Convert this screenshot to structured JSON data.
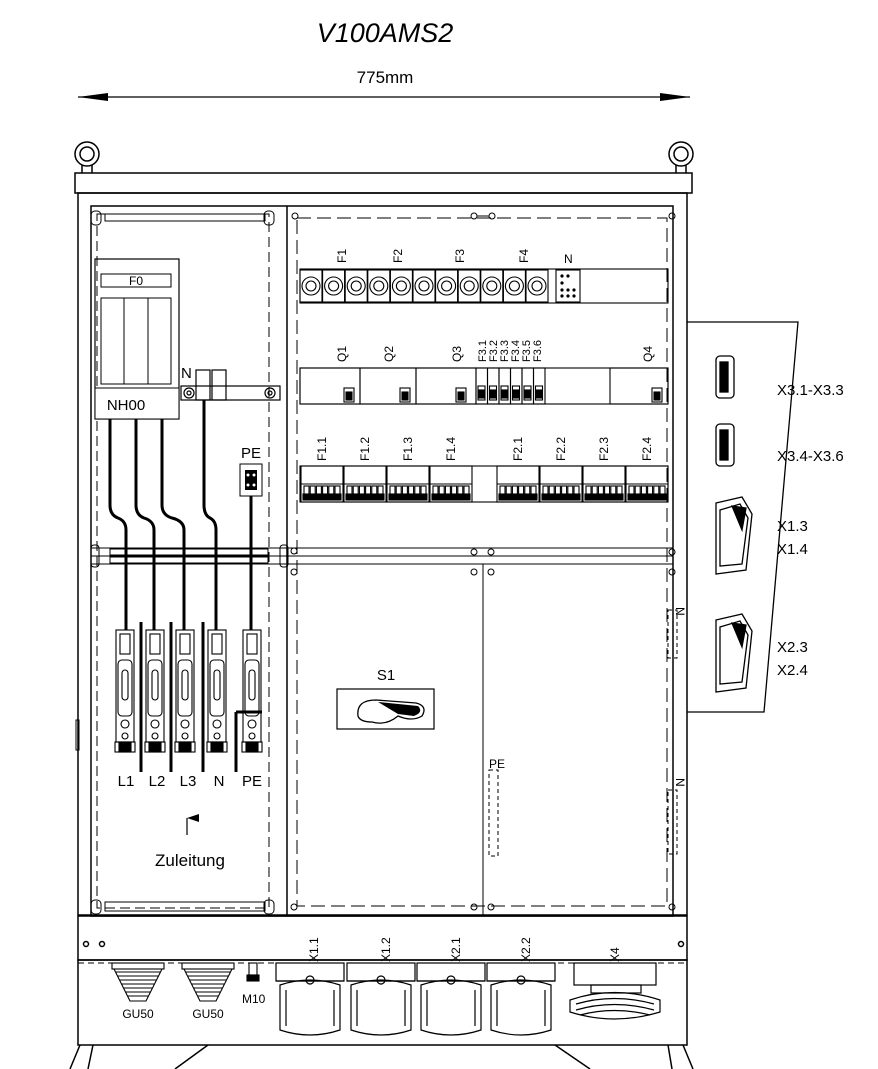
{
  "title": "V100AMS2",
  "dimension": "775mm",
  "incoming_fuse": {
    "label": "F0",
    "type_label": "NH00"
  },
  "neutral_bar_label": "N",
  "pe_bar_label": "PE",
  "top_rail": {
    "fuses": [
      "F1",
      "F2",
      "F3",
      "F4"
    ],
    "neutral": "N"
  },
  "middle_rail": {
    "breakers": [
      "Q1",
      "Q2",
      "Q3",
      "Q4"
    ],
    "small_breakers": [
      "F3.1",
      "F3.2",
      "F3.3",
      "F3.4",
      "F3.5",
      "F3.6"
    ]
  },
  "lower_rail": {
    "breakers": [
      "F1.1",
      "F1.2",
      "F1.3",
      "F1.4",
      "F2.1",
      "F2.2",
      "F2.3",
      "F2.4"
    ]
  },
  "terminals": [
    "L1",
    "L2",
    "L3",
    "N",
    "PE"
  ],
  "feed_label": "Zuleitung",
  "main_switch": "S1",
  "bar_labels": {
    "pe_vertical": "PE",
    "n_upper": "N",
    "n_lower": "N"
  },
  "side_sockets": [
    "X3.1-X3.3",
    "X3.4-X3.6",
    "X1.3",
    "X1.4",
    "X2.3",
    "X2.4"
  ],
  "bottom_sockets": [
    "X1.1",
    "X1.2",
    "X2.1",
    "X2.2",
    "X4"
  ],
  "glands": [
    "GU50",
    "GU50"
  ],
  "earth_bolt": "M10"
}
